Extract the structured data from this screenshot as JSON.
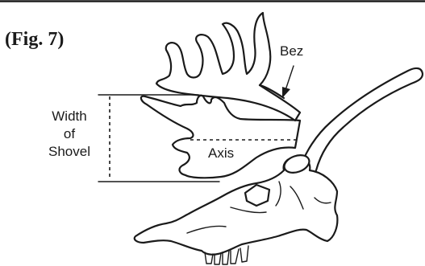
{
  "figure": {
    "label": "(Fig. 7)",
    "labels": {
      "bez": "Bez",
      "axis": "Axis",
      "width_line1": "Width",
      "width_line2": "of",
      "width_line3": "Shovel"
    }
  }
}
